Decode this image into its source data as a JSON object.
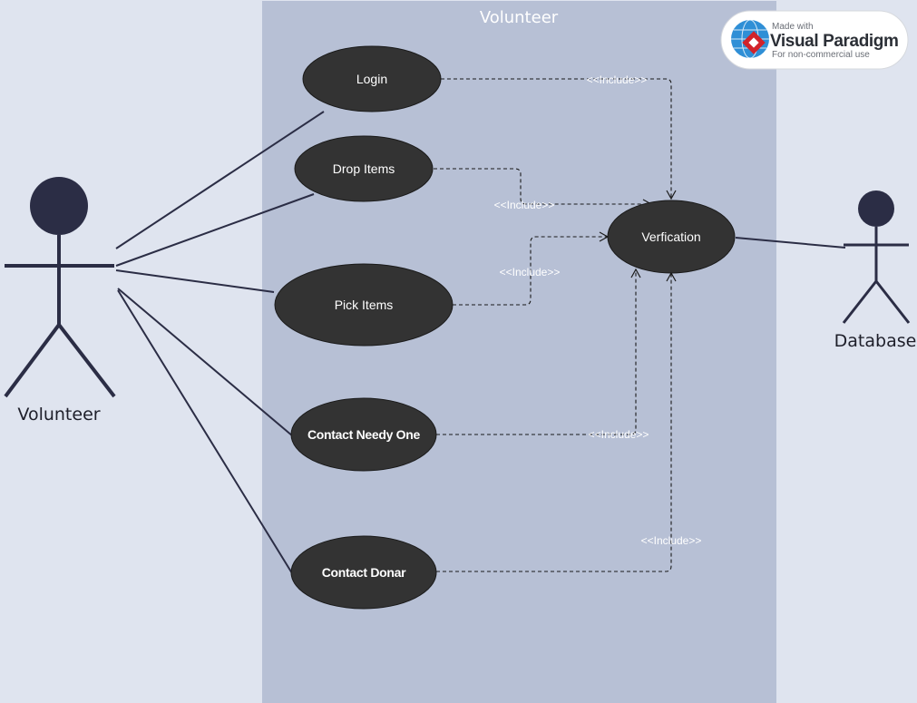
{
  "system": {
    "title": "Volunteer"
  },
  "actors": {
    "volunteer": {
      "label": "Volunteer"
    },
    "database": {
      "label": "Database"
    }
  },
  "use_cases": {
    "login": "Login",
    "drop_items": "Drop Items",
    "pick_items": "Pick Items",
    "contact_needy": "Contact Needy One",
    "contact_donar": "Contact Donar",
    "verification": "Verfication"
  },
  "include_labels": {
    "login": "<<Include>>",
    "drop_items": "<<Include>>",
    "pick_items": "<<Include>>",
    "contact_needy": "<<Include>>",
    "contact_donar": "<<Include>>"
  },
  "watermark": {
    "line1": "Made with",
    "line2": "Visual Paradigm",
    "line3": "For non-commercial use"
  },
  "colors": {
    "background": "#dfe4ef",
    "system_boundary": "#b7c0d5",
    "use_case_fill": "#333333",
    "actor": "#2b2d45",
    "association": "#2b2d45",
    "include_line": "#1a1a1a"
  }
}
